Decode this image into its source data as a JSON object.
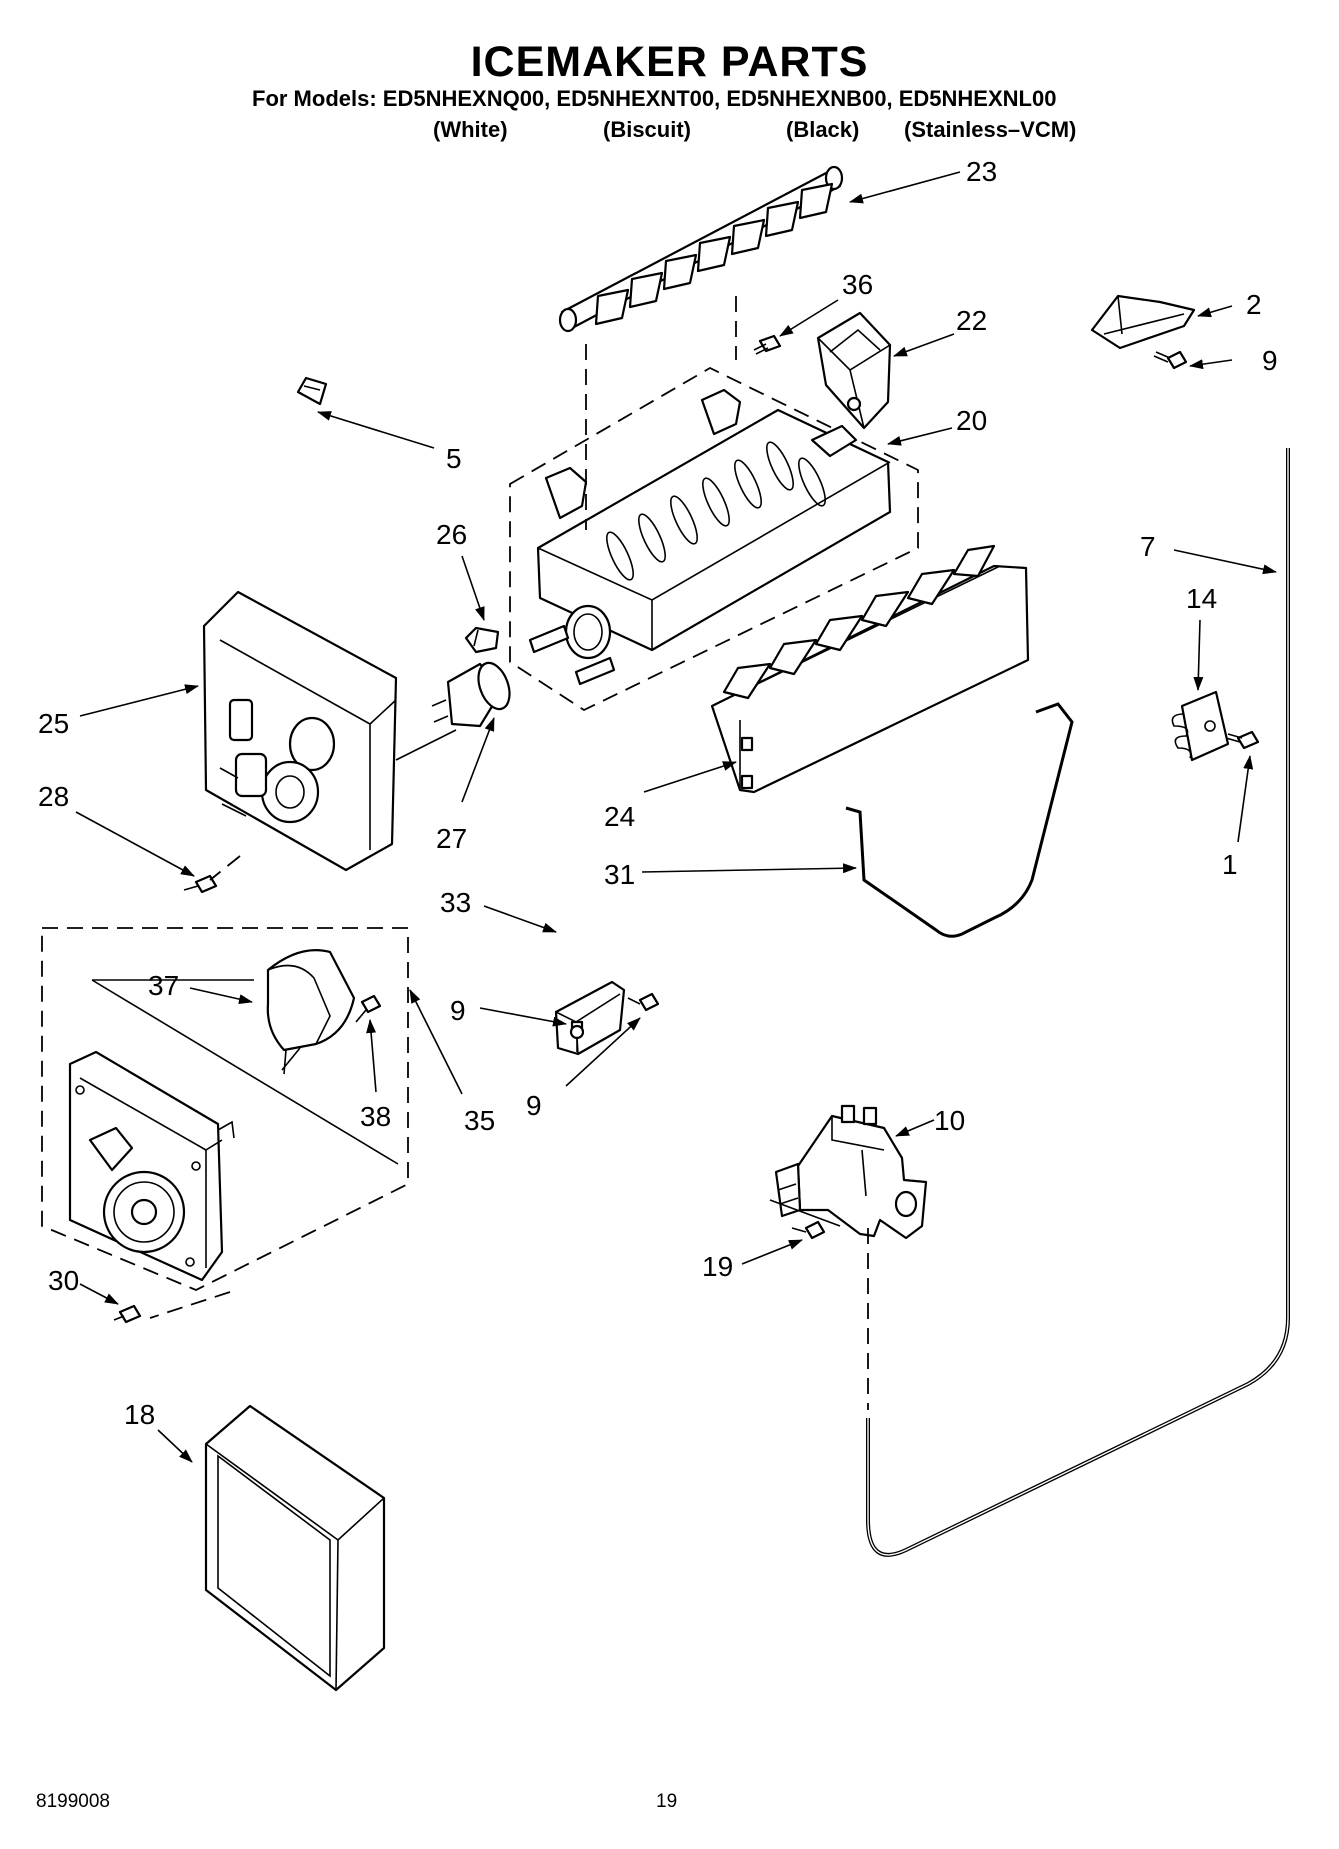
{
  "header": {
    "title": "ICEMAKER PARTS",
    "models_line": "For Models: ED5NHEXNQ00, ED5NHEXNT00, ED5NHEXNB00, ED5NHEXNL00",
    "variants": [
      "(White)",
      "(Biscuit)",
      "(Black)",
      "(Stainless–VCM)"
    ]
  },
  "callouts": {
    "p23": "23",
    "p36": "36",
    "p22": "22",
    "p2": "2",
    "p9a": "9",
    "p5": "5",
    "p20": "20",
    "p26": "26",
    "p7": "7",
    "p14": "14",
    "p25": "25",
    "p28": "28",
    "p27": "27",
    "p24": "24",
    "p1": "1",
    "p31": "31",
    "p33": "33",
    "p37": "37",
    "p9b": "9",
    "p9c": "9",
    "p38": "38",
    "p35": "35",
    "p10": "10",
    "p19": "19",
    "p30": "30",
    "p18": "18"
  },
  "footer": {
    "doc_number": "8199008",
    "page_number": "19"
  }
}
